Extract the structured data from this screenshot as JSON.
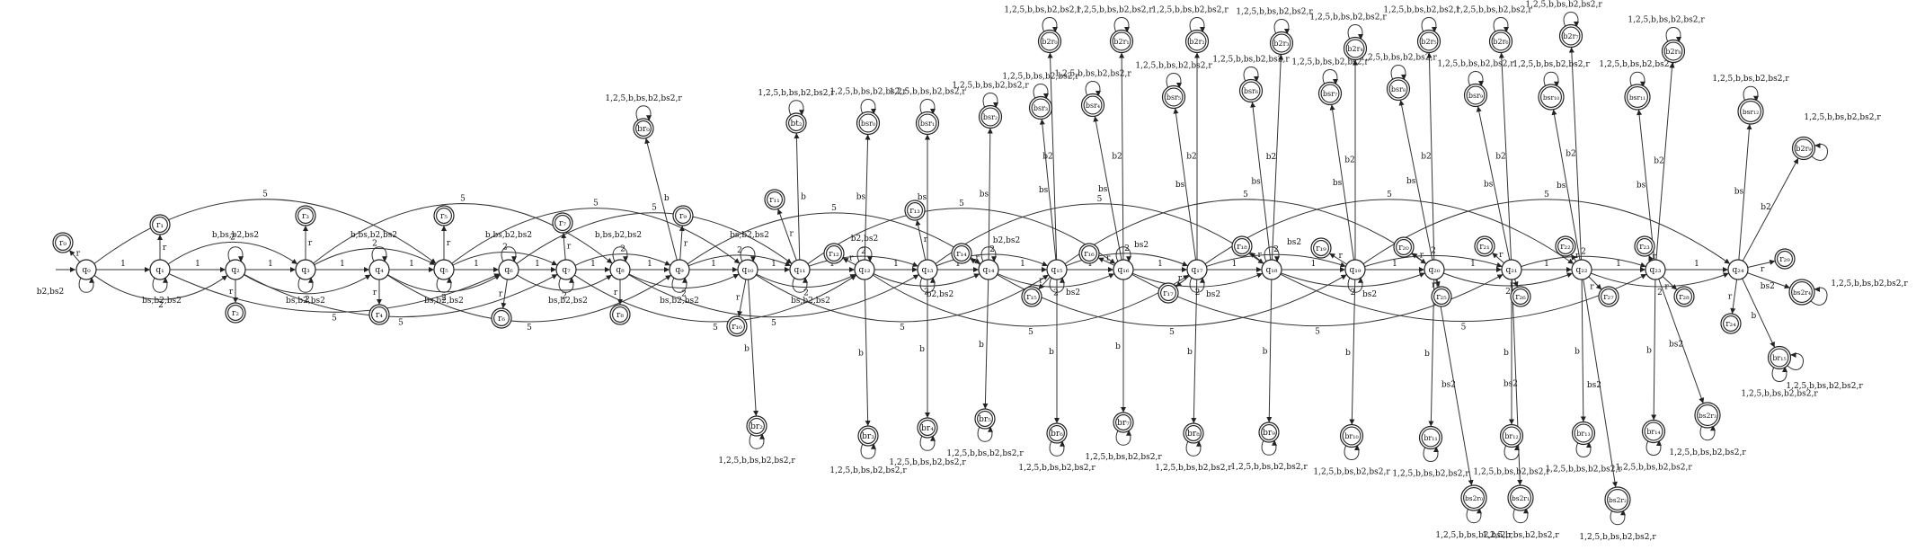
{
  "diagram": {
    "type": "finite-automaton",
    "labels": {
      "one": "1",
      "two": "2",
      "five": "5",
      "r": "r",
      "b": "b",
      "bs": "bs",
      "b2": "b2",
      "bs2": "bs2",
      "b2bs2": "b2,bs2",
      "bsb2bs2": "bs,b2,bs2",
      "bbsb2bs2": "b,bs,b2,bs2",
      "all": "1,2,5,b,bs,b2,bs2,r"
    },
    "states": [
      {
        "id": "q0",
        "label": "q₀"
      },
      {
        "id": "q1",
        "label": "q₁"
      },
      {
        "id": "q2",
        "label": "q₂"
      },
      {
        "id": "q3",
        "label": "q₃"
      },
      {
        "id": "q4",
        "label": "q₄"
      },
      {
        "id": "q5",
        "label": "q₅"
      },
      {
        "id": "q6",
        "label": "q₆"
      },
      {
        "id": "q7",
        "label": "q₇"
      },
      {
        "id": "q8",
        "label": "q₈"
      },
      {
        "id": "q9",
        "label": "q₉"
      },
      {
        "id": "q10",
        "label": "q₁₀"
      },
      {
        "id": "q11",
        "label": "q₁₁"
      },
      {
        "id": "q12",
        "label": "q₁₂"
      },
      {
        "id": "q13",
        "label": "q₁₃"
      },
      {
        "id": "q14",
        "label": "q₁₄"
      },
      {
        "id": "q15",
        "label": "q₁₅"
      },
      {
        "id": "q16",
        "label": "q₁₆"
      },
      {
        "id": "q17",
        "label": "q₁₇"
      },
      {
        "id": "q18",
        "label": "q₁₈"
      },
      {
        "id": "q19",
        "label": "q₁₉"
      },
      {
        "id": "q20",
        "label": "q₂₀"
      },
      {
        "id": "q21",
        "label": "q₂₁"
      },
      {
        "id": "q22",
        "label": "q₂₂"
      },
      {
        "id": "q23",
        "label": "q₂₃"
      },
      {
        "id": "q24",
        "label": "q₂₄"
      },
      {
        "id": "r0",
        "label": "r₀"
      },
      {
        "id": "r1",
        "label": "r₁"
      },
      {
        "id": "r2",
        "label": "r₂"
      },
      {
        "id": "r3",
        "label": "r₃"
      },
      {
        "id": "r4",
        "label": "r₄"
      },
      {
        "id": "r5",
        "label": "r₅"
      },
      {
        "id": "r6",
        "label": "r₆"
      },
      {
        "id": "r7",
        "label": "r₇"
      },
      {
        "id": "r8",
        "label": "r₈"
      },
      {
        "id": "r9",
        "label": "r₉"
      },
      {
        "id": "r10",
        "label": "r₁₀"
      },
      {
        "id": "r11",
        "label": "r₁₁"
      },
      {
        "id": "r12",
        "label": "r₁₂"
      },
      {
        "id": "r13",
        "label": "r₁₃"
      },
      {
        "id": "r14",
        "label": "r₁₄"
      },
      {
        "id": "r15",
        "label": "r₁₅"
      },
      {
        "id": "r16",
        "label": "r₁₆"
      },
      {
        "id": "r17",
        "label": "r₁₇"
      },
      {
        "id": "r18",
        "label": "r₁₈"
      },
      {
        "id": "r19",
        "label": "r₁₉"
      },
      {
        "id": "r20",
        "label": "r₂₀"
      },
      {
        "id": "r21",
        "label": "r₂₁"
      },
      {
        "id": "r22",
        "label": "r₂₂"
      },
      {
        "id": "r23",
        "label": "r₂₃"
      },
      {
        "id": "r24",
        "label": "r₂₄"
      },
      {
        "id": "r25",
        "label": "r₂₅"
      },
      {
        "id": "r26",
        "label": "r₂₆"
      },
      {
        "id": "r27",
        "label": "r₂₇"
      },
      {
        "id": "r28",
        "label": "r₂₈"
      },
      {
        "id": "r29",
        "label": "r₂₉"
      },
      {
        "id": "br0",
        "label": "br₀"
      },
      {
        "id": "br2",
        "label": "br₂"
      },
      {
        "id": "br3",
        "label": "br₃"
      },
      {
        "id": "br4",
        "label": "br₄"
      },
      {
        "id": "br5",
        "label": "br₅"
      },
      {
        "id": "br6",
        "label": "br₆"
      },
      {
        "id": "br7",
        "label": "br₇"
      },
      {
        "id": "br8",
        "label": "br₈"
      },
      {
        "id": "br9",
        "label": "br₉"
      },
      {
        "id": "br10",
        "label": "br₁₀"
      },
      {
        "id": "br11",
        "label": "br₁₁"
      },
      {
        "id": "br12",
        "label": "br₁₂"
      },
      {
        "id": "br13",
        "label": "br₁₃"
      },
      {
        "id": "br14",
        "label": "br₁₄"
      },
      {
        "id": "br15",
        "label": "br₁₅"
      },
      {
        "id": "bt2",
        "label": "bt₂"
      },
      {
        "id": "bsr0",
        "label": "bsr₀"
      },
      {
        "id": "bsr1",
        "label": "bsr₁"
      },
      {
        "id": "bsr2",
        "label": "bsr₂"
      },
      {
        "id": "bsr3",
        "label": "bsr₃"
      },
      {
        "id": "bsr4",
        "label": "bsr₄"
      },
      {
        "id": "bsr5",
        "label": "bsr₅"
      },
      {
        "id": "bsr6",
        "label": "bsr₆"
      },
      {
        "id": "bsr7",
        "label": "bsr₇"
      },
      {
        "id": "bsr8",
        "label": "bsr₈"
      },
      {
        "id": "bsr9",
        "label": "bsr₉"
      },
      {
        "id": "bsr10",
        "label": "bsr₁₀"
      },
      {
        "id": "bsr11",
        "label": "bsr₁₁"
      },
      {
        "id": "bsr12",
        "label": "bsr₁₂"
      },
      {
        "id": "b2r0",
        "label": "b2r₀"
      },
      {
        "id": "b2r1",
        "label": "b2r₁"
      },
      {
        "id": "b2r2",
        "label": "b2r₂"
      },
      {
        "id": "b2r3",
        "label": "b2r₃"
      },
      {
        "id": "b2r4",
        "label": "b2r₄"
      },
      {
        "id": "b2r5",
        "label": "b2r₅"
      },
      {
        "id": "b2r6",
        "label": "b2r₆"
      },
      {
        "id": "b2r7",
        "label": "b2r₇"
      },
      {
        "id": "b2r8",
        "label": "b2r₈"
      },
      {
        "id": "b2r9",
        "label": "b2r₉"
      },
      {
        "id": "bs2r0",
        "label": "bs2r₀"
      },
      {
        "id": "bs2r1",
        "label": "bs2r₁"
      },
      {
        "id": "bs2r2",
        "label": "bs2r₂"
      },
      {
        "id": "bs2r3",
        "label": "bs2r₃"
      },
      {
        "id": "bs2r4",
        "label": "bs2r₄"
      }
    ]
  }
}
